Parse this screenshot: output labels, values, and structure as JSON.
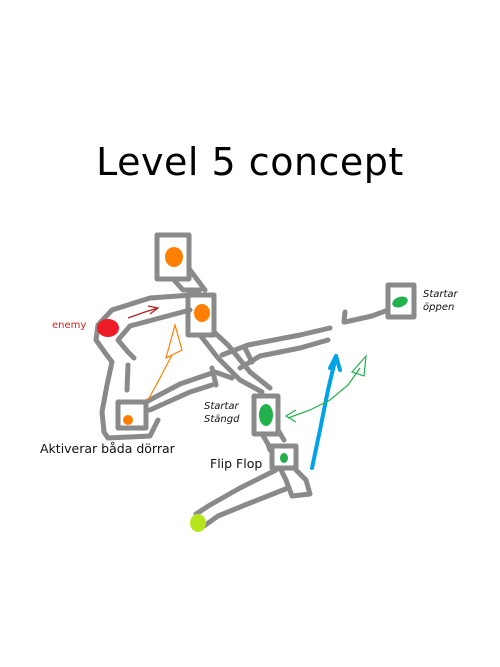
{
  "title": "Level 5 concept",
  "labels": {
    "enemy": "enemy",
    "starts_open_line1": "Startar",
    "starts_open_line2": "öppen",
    "starts_closed_line1": "Startar",
    "starts_closed_line2": "Stängd",
    "activates_both_doors": "Aktiverar båda dörrar",
    "flip_flop": "Flip Flop"
  },
  "colors": {
    "wall": "#8a8a8a",
    "orange": "#ff8000",
    "green": "#22b14c",
    "enemy_red": "#ed1c24",
    "lime": "#b5e61d",
    "blue": "#00a2e8"
  }
}
